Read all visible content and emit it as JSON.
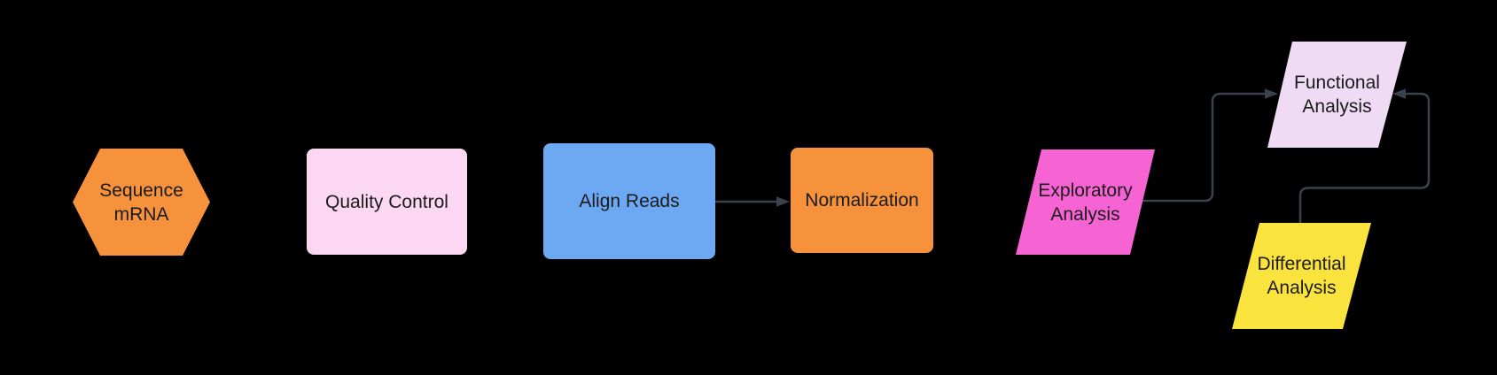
{
  "diagram": {
    "background": "#000000",
    "text_color": "#1B1B1B",
    "connector_color": "#3A434D",
    "nodes": [
      {
        "id": "sequence-mrna",
        "label": "Sequence\nmRNA",
        "shape": "hexagon",
        "fill": "#F5923B"
      },
      {
        "id": "quality-control",
        "label": "Quality Control",
        "shape": "rounded-rectangle",
        "fill": "#FCD7F2"
      },
      {
        "id": "align-reads",
        "label": "Align Reads",
        "shape": "rounded-rectangle",
        "fill": "#6CA9F2"
      },
      {
        "id": "normalization",
        "label": "Normalization",
        "shape": "rounded-rectangle",
        "fill": "#F5923B"
      },
      {
        "id": "exploratory-analysis",
        "label": "Exploratory\nAnalysis",
        "shape": "parallelogram",
        "fill": "#F664D3"
      },
      {
        "id": "functional-analysis",
        "label": "Functional\nAnalysis",
        "shape": "parallelogram",
        "fill": "#F0DBF5"
      },
      {
        "id": "differential-analysis",
        "label": "Differential\nAnalysis",
        "shape": "parallelogram",
        "fill": "#FBE33D"
      }
    ],
    "edges": [
      {
        "from": "align-reads",
        "to": "normalization"
      },
      {
        "from": "exploratory-analysis",
        "to": "functional-analysis"
      },
      {
        "from": "differential-analysis",
        "to": "functional-analysis"
      }
    ]
  }
}
